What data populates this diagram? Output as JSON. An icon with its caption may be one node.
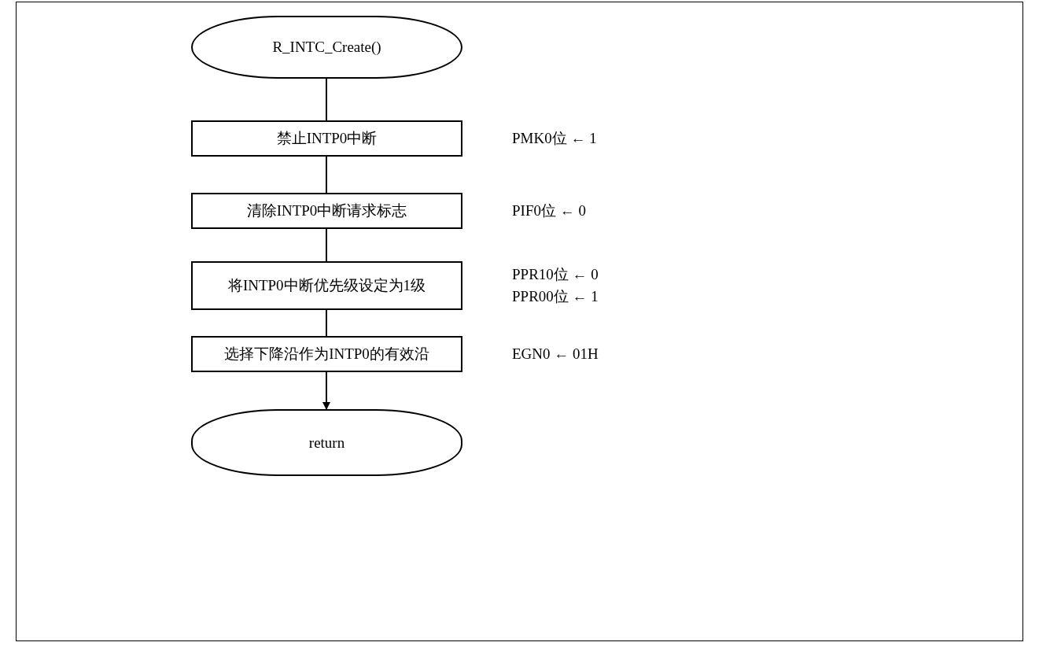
{
  "diagram": {
    "nodes": [
      {
        "text": [
          "R_INTC_Create()"
        ]
      },
      {
        "text": [
          "禁止INTP0中断"
        ],
        "beside": [
          "PMK0位 ← 1"
        ]
      },
      {
        "text": [
          "清除INTP0中断请求标志"
        ],
        "beside": [
          "PIF0位 ← 0"
        ]
      },
      {
        "text": [
          "将INTP0中断优先级设定为1级"
        ],
        "beside": [
          "PPR10位 ← 0",
          "PPR00位 ← 1"
        ]
      },
      {
        "text": [
          "选择下降沿作为INTP0的有效沿"
        ],
        "beside": [
          "EGN0 ← 01H"
        ]
      },
      {
        "text": [
          "return"
        ]
      }
    ],
    "edges": [
      {
        "from": 0,
        "to": 1,
        "arrow": "none"
      },
      {
        "from": 1,
        "to": 2,
        "arrow": "none"
      },
      {
        "from": 2,
        "to": 3,
        "arrow": "none"
      },
      {
        "from": 3,
        "to": 4,
        "arrow": "none"
      },
      {
        "from": 4,
        "to": 5,
        "arrow": "to"
      }
    ]
  }
}
